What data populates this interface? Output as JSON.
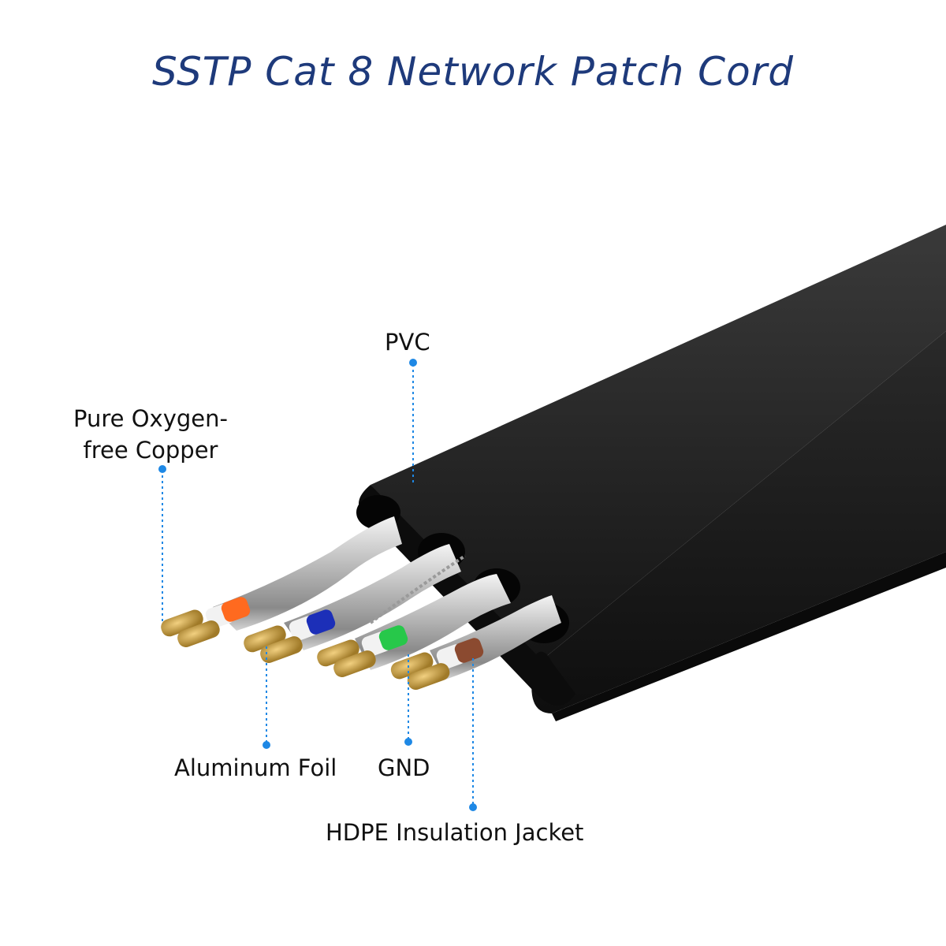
{
  "title": "SSTP Cat 8 Network Patch Cord",
  "labels": {
    "pvc": "PVC",
    "copper_line1": "Pure Oxygen-",
    "copper_line2": "free Copper",
    "aluminum_foil": "Aluminum Foil",
    "gnd": "GND",
    "hdpe": "HDPE Insulation Jacket"
  },
  "colors": {
    "title": "#1e3a7b",
    "callout": "#1e88e5",
    "jacket": "#1c1c1c",
    "copper": "#c8a24a",
    "pair_orange": "#ff6a1f",
    "pair_blue": "#1c2fb8",
    "pair_green": "#27c84a",
    "pair_brown": "#8b4a30"
  }
}
